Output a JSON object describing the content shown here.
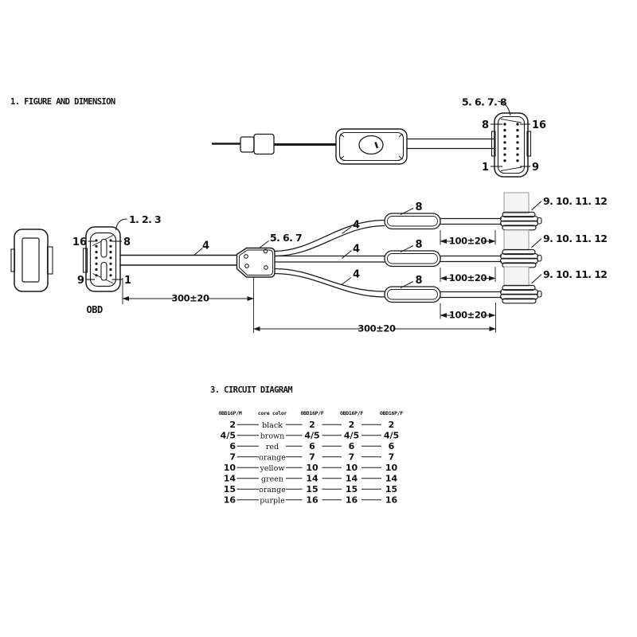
{
  "colors": {
    "ink": "#1a1a1a",
    "paper": "#ffffff",
    "shade_fill": "#f4f4f4",
    "shade_stroke": "#9a9a9a"
  },
  "figure": {
    "heading": "1. FIGURE AND DIMENSION",
    "switch_cable": {
      "connector_callout": "5. 6. 7. 8",
      "pins": {
        "top_left": "8",
        "top_right": "16",
        "bottom_left": "1",
        "bottom_right": "9"
      }
    },
    "obd_cable": {
      "connector_callout": "1. 2. 3",
      "pins": {
        "top_left": "16",
        "top_right": "8",
        "bottom_left": "9",
        "bottom_right": "1"
      },
      "connector_name": "OBD",
      "main_cable_label": "4",
      "splitter_callout": "5. 6. 7",
      "dim_main": "300±20",
      "dim_total": "300±20",
      "branches": [
        {
          "cable_label": "4",
          "sleeve_label": "8",
          "end_callout": "9. 10. 11. 12",
          "dim": "100±20"
        },
        {
          "cable_label": "4",
          "sleeve_label": "8",
          "end_callout": "9. 10. 11. 12",
          "dim": "100±20"
        },
        {
          "cable_label": "4",
          "sleeve_label": "8",
          "end_callout": "9. 10. 11. 12",
          "dim": "100±20"
        }
      ]
    }
  },
  "circuit": {
    "heading": "3. CIRCUIT DIAGRAM",
    "columns": [
      "OBD16P/M",
      "core color",
      "OBD16P/F",
      "OBD16P/F",
      "OBD16P/F"
    ],
    "rows": [
      {
        "m": "2",
        "color": "black",
        "f1": "2",
        "f2": "2",
        "f3": "2"
      },
      {
        "m": "4/5",
        "color": "brown",
        "f1": "4/5",
        "f2": "4/5",
        "f3": "4/5"
      },
      {
        "m": "6",
        "color": "red",
        "f1": "6",
        "f2": "6",
        "f3": "6"
      },
      {
        "m": "7",
        "color": "orange",
        "f1": "7",
        "f2": "7",
        "f3": "7"
      },
      {
        "m": "10",
        "color": "yellow",
        "f1": "10",
        "f2": "10",
        "f3": "10"
      },
      {
        "m": "14",
        "color": "green",
        "f1": "14",
        "f2": "14",
        "f3": "14"
      },
      {
        "m": "15",
        "color": "orange",
        "f1": "15",
        "f2": "15",
        "f3": "15"
      },
      {
        "m": "16",
        "color": "purple",
        "f1": "16",
        "f2": "16",
        "f3": "16"
      }
    ]
  }
}
